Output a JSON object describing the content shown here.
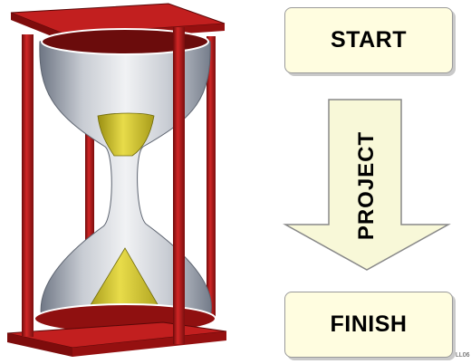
{
  "start_label": "START",
  "project_label": "PROJECT",
  "finish_label": "FINISH",
  "corner_code": "LL06",
  "colors": {
    "frame_red": "#b81a1a",
    "sand": "#d8cc36",
    "glass": "#b9bec6",
    "box_fill": "#fffde0"
  }
}
